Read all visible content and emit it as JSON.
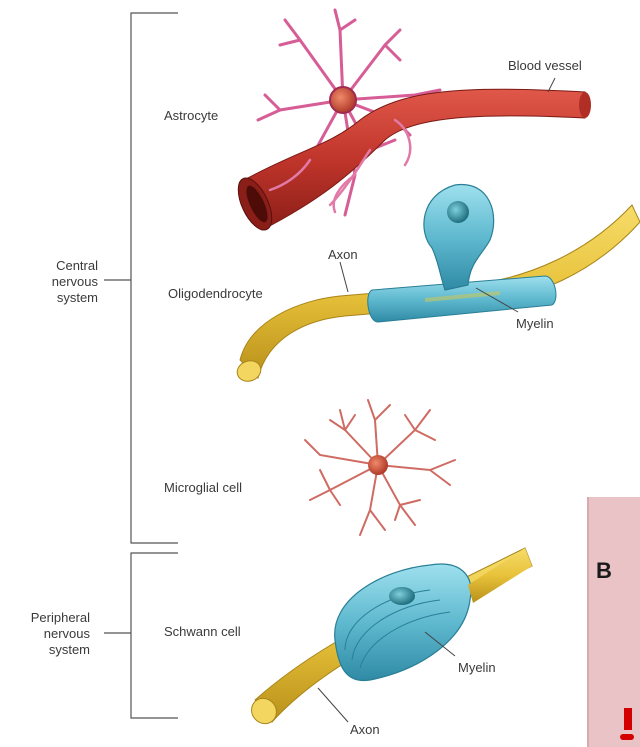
{
  "groups": {
    "cns": {
      "line1": "Central",
      "line2": "nervous",
      "line3": "system"
    },
    "pns": {
      "line1": "Peripheral",
      "line2": "nervous",
      "line3": "system"
    }
  },
  "labels": {
    "astrocyte": "Astrocyte",
    "blood_vessel": "Blood vessel",
    "oligodendrocyte": "Oligodendrocyte",
    "axon_top": "Axon",
    "myelin_top": "Myelin",
    "microglial": "Microglial cell",
    "schwann": "Schwann cell",
    "myelin_bottom": "Myelin",
    "axon_bottom": "Axon"
  },
  "overlay": {
    "letter": "B"
  },
  "colors": {
    "vessel": "#c0352b",
    "astrocyte": "#d65d95",
    "axon": "#e8c23a",
    "myelin": "#5fb9cf",
    "microglia": "#cf6b62",
    "overlay": "#e9c3c5"
  }
}
